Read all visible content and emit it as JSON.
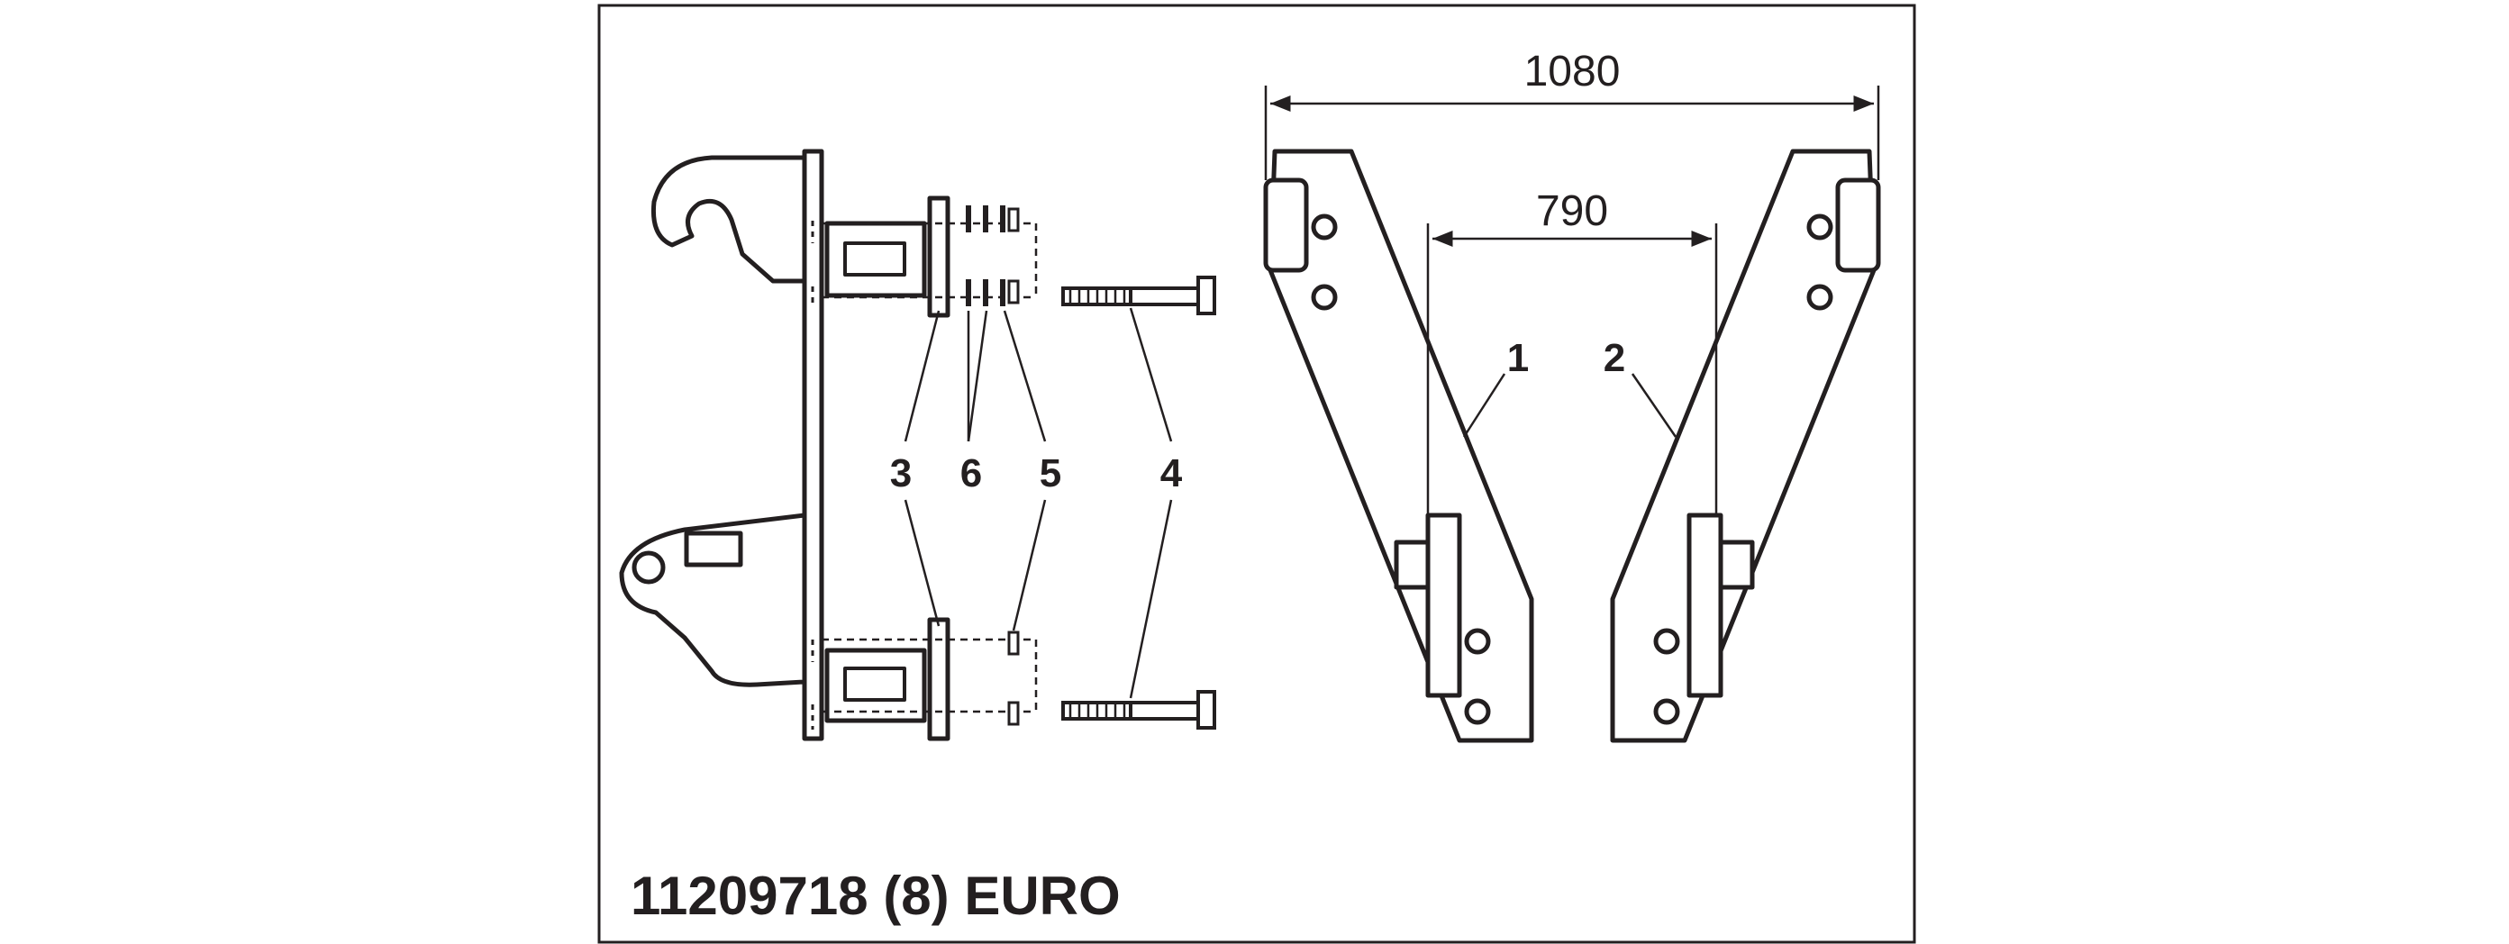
{
  "caption": "11209718 (8) EURO",
  "dimensions": {
    "outer_width": "1080",
    "inner_width": "790"
  },
  "callouts": {
    "part_1": "1",
    "part_2": "2",
    "part_3": "3",
    "part_4": "4",
    "part_5": "5",
    "part_6": "6"
  },
  "colors": {
    "line": "#231f20",
    "background": "#ffffff"
  }
}
